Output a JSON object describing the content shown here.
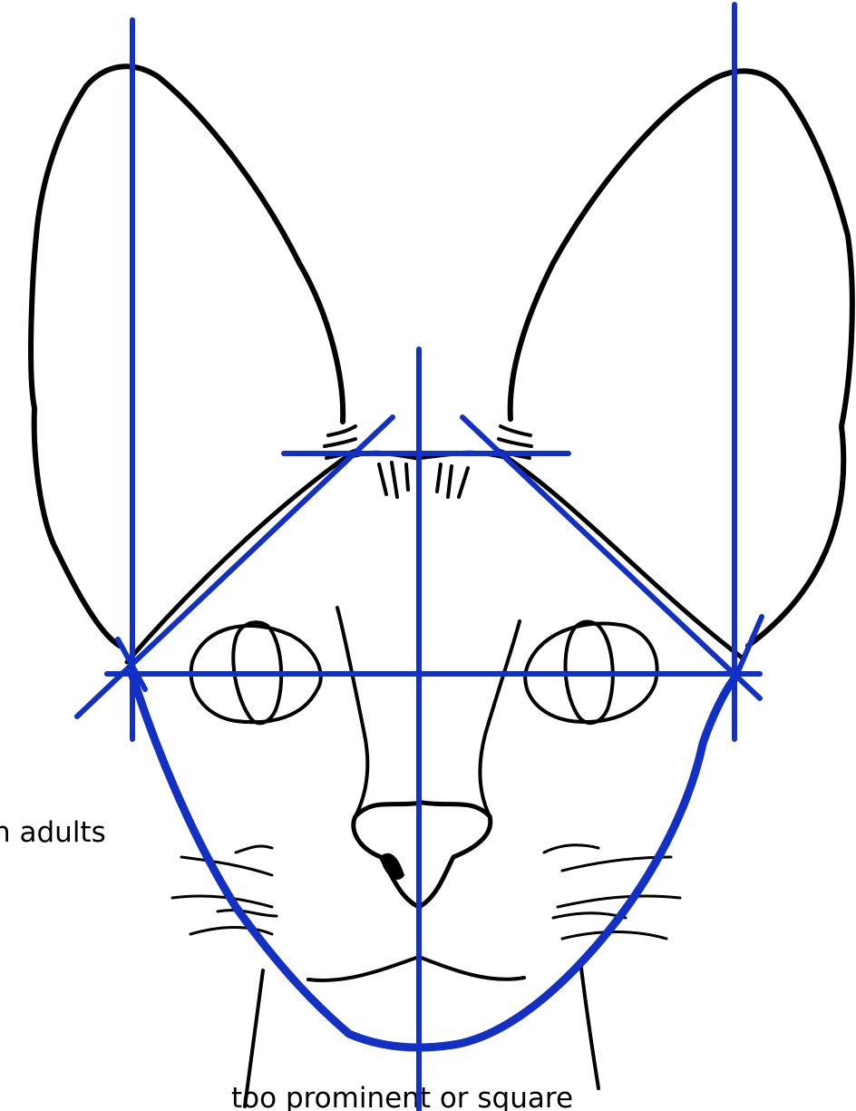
{
  "image": {
    "subject": "cat-head-outline",
    "line_color": "#000000",
    "guide_color": "#1230c4",
    "background": "#ffffff"
  },
  "captions": [
    {
      "text": "n adults"
    },
    {
      "text": "too prominent or square"
    }
  ]
}
